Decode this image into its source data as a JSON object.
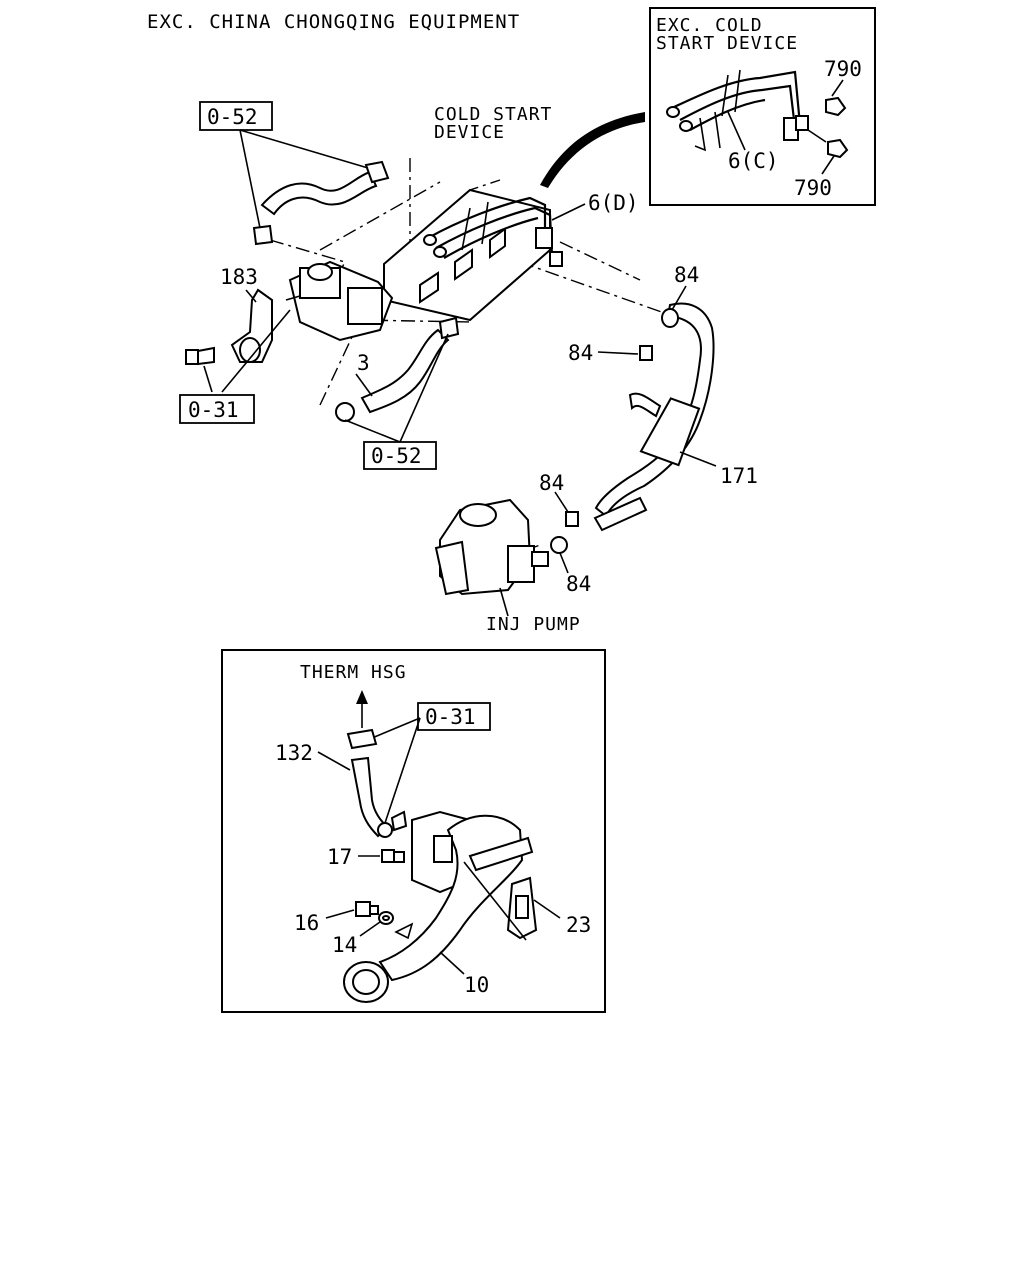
{
  "header": {
    "title": "EXC. CHINA CHONGQING EQUIPMENT"
  },
  "inset_top": {
    "title_line1": "EXC. COLD",
    "title_line2": "START DEVICE",
    "label_790_a": "790",
    "label_790_b": "790",
    "label_6c": "6(C)"
  },
  "main": {
    "cold_start_line1": "COLD START",
    "cold_start_line2": "DEVICE",
    "label_6d": "6(D)",
    "label_183": "183",
    "label_3": "3",
    "label_84_a": "84",
    "label_84_b": "84",
    "label_84_c": "84",
    "label_84_d": "84",
    "label_171": "171",
    "inj_pump": "INJ PUMP",
    "ref_052_top": "0-52",
    "ref_031": "0-31",
    "ref_052_bottom": "0-52"
  },
  "inset_bottom": {
    "therm_hsg": "THERM HSG",
    "ref_031": "0-31",
    "label_132": "132",
    "label_17": "17",
    "label_16": "16",
    "label_14": "14",
    "label_23": "23",
    "label_10": "10"
  }
}
